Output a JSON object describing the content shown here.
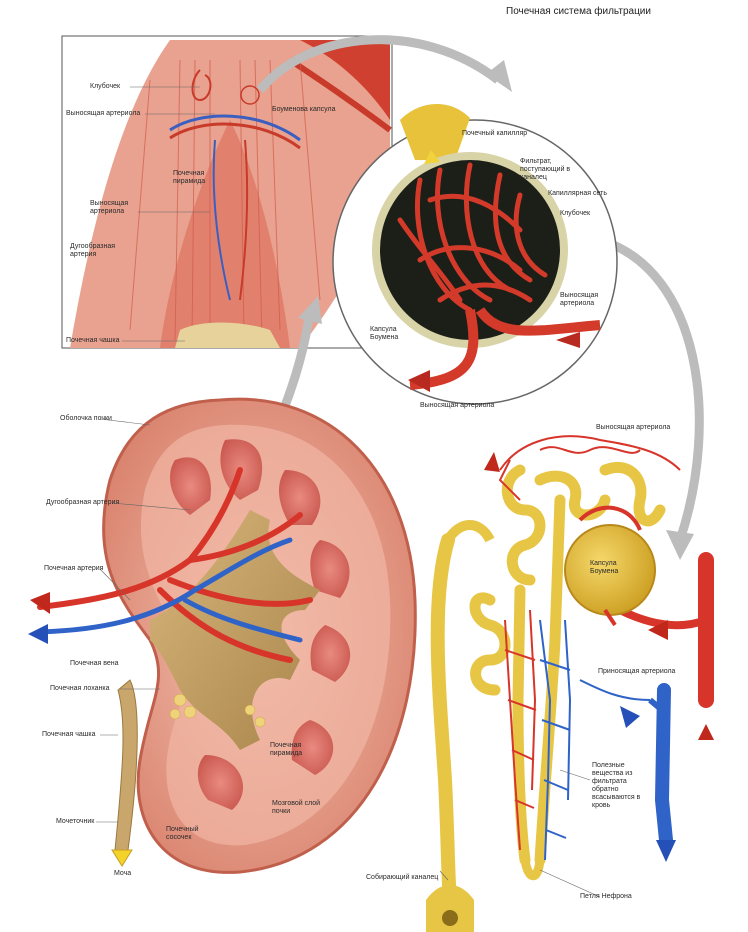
{
  "title": "Почечная система фильтрации",
  "labels": {
    "glomerulus_top": "Клубочек",
    "efferent_top": "Выносящая артериола",
    "bowman_top": "Боуменова капсула",
    "renal_pyramid": "Почечная пирамида",
    "afferent_left": "Выносящая артериола",
    "arcuate_artery_top": "Дугообразная артерия",
    "renal_calyx_top": "Почечная чашка",
    "renal_capsule_circle": "Почечный капилляр",
    "filtrate": "Фильтрат, поступающий в каналец",
    "glomerular_capillaries": "Капиллярная сеть",
    "glomerulus_circle": "Клубочек",
    "afferent_circle": "Выносящая артериола",
    "bowman_capsule": "Капсула Боумена",
    "efferent_circle": "Выносящая артериола",
    "kidney_capsule": "Оболочка почки",
    "arcuate_artery": "Дугообразная артерия",
    "renal_artery": "Почечная артерия",
    "renal_vein": "Почечная вена",
    "renal_pelvis": "Почечная лоханка",
    "renal_calyx": "Почечная чашка",
    "ureter": "Мочеточник",
    "urine": "Моча",
    "renal_pyramid_bottom": "Почечная пирамида",
    "cortex": "Мозговой слой почки",
    "renal_papilla": "Почечный сосочек",
    "efferent_right": "Выносящая артериола",
    "bowman_right": "Капсула Боумена",
    "afferent_right": "Приносящая артериола",
    "reabsorbed": "Полезные вещества из фильтрата обратно всасываются в кровь",
    "collecting_duct": "Собирающий каналец",
    "loop_henle": "Петля Нефрона"
  },
  "colors": {
    "artery": "#d8352a",
    "vein": "#2f63c8",
    "tubule": "#e8c645",
    "kidney_tissue": "#e8a090",
    "pelvis": "#c9a66b",
    "arrow_gray": "#c8c8c8"
  }
}
